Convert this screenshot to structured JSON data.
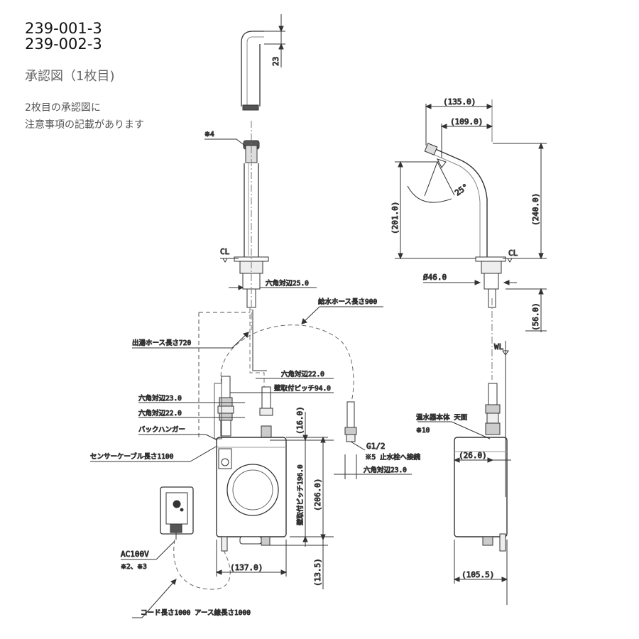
{
  "header": {
    "code1": "239-001-3",
    "code2": "239-002-3",
    "subtitle": "承認図（1枚目)",
    "note1": "2枚目の承認図に",
    "note2": "注意事項の記載があります"
  },
  "top_view": {
    "dim_23": "23"
  },
  "front_view": {
    "note4": "※4",
    "cl": "CL",
    "hex25": "六角対辺25.0",
    "supply_hose": "給水ホース長さ900",
    "outlet_hose": "出湯ホース長さ720",
    "hex22_top": "六角対辺22.0",
    "wall_pitch94": "壁取付ピッチ94.0",
    "hex23_left": "六角対辺23.0",
    "hex22_left": "六角対辺22.0",
    "back_hanger": "バックハンガー",
    "sensor_cable": "センサーケーブル長さ1100",
    "g12": "G1/2",
    "note5": "※5  止水栓へ接続",
    "hex23_right": "六角対辺23.0",
    "dim_16": "(16.0)",
    "dim_206": "(206.0)",
    "wall_pitch196": "壁取付ピッチ196.0",
    "dim_137": "(137.0)",
    "dim_13_5": "(13.5)",
    "ac100v": "AC100V",
    "note23": "※2、※3",
    "cord": "コード長さ1000  アース線長さ1000"
  },
  "side_view": {
    "dim_135": "(135.0)",
    "dim_109": "(109.0)",
    "dim_201": "(201.0)",
    "dim_240": "(240.0)",
    "angle25": "25°",
    "cl": "CL",
    "dia46": "Ø46.0",
    "dim_56": "(56.0)",
    "wl": "WL",
    "water_heater": "温水器本体  天面",
    "note10": "※10",
    "dim_26": "(26.0)",
    "dim_105_5": "(105.5)"
  }
}
